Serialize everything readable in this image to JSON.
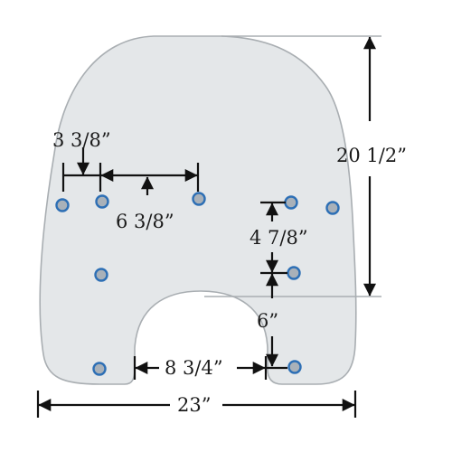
{
  "diagram": {
    "dimensions": {
      "hole_spacing_small": "3 3/8”",
      "hole_spacing_wide": "6 3/8”",
      "total_height": "20 1/2”",
      "vertical_hole_spacing": "4 7/8”",
      "lower_hole_offset": "6”",
      "cutout_width": "8 3/4”",
      "total_width": "23”"
    },
    "colors": {
      "shield_fill": "#e4e7e9",
      "shield_outline": "#a9aeb2",
      "hole_fill": "#a9b1b9",
      "hole_ring": "#2d6fb5",
      "line": "#111111"
    }
  }
}
